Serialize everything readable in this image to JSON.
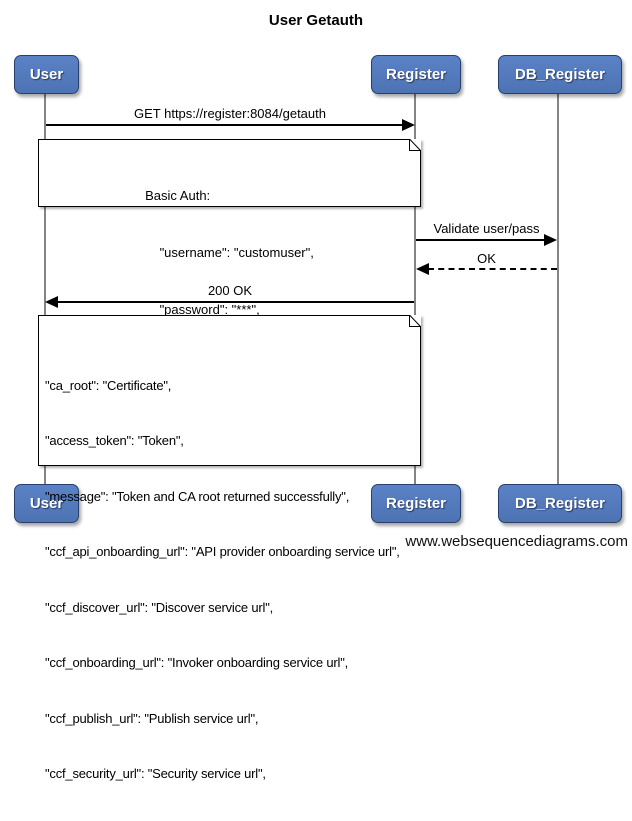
{
  "title": "User Getauth",
  "actors": [
    {
      "id": "user",
      "label": "User"
    },
    {
      "id": "register",
      "label": "Register"
    },
    {
      "id": "db_register",
      "label": "DB_Register"
    }
  ],
  "messages": [
    {
      "label": "GET https://register:8084/getauth",
      "from": "user",
      "to": "register",
      "style": "solid"
    },
    {
      "label": "Validate user/pass",
      "from": "register",
      "to": "db_register",
      "style": "solid"
    },
    {
      "label": "OK",
      "from": "db_register",
      "to": "register",
      "style": "dashed"
    },
    {
      "label": "200 OK",
      "from": "register",
      "to": "user",
      "style": "solid"
    }
  ],
  "notes": [
    {
      "over": "user,register",
      "lines": [
        "Basic Auth:",
        "    \"username\": \"customuser\",",
        "    \"password\": \"***\","
      ]
    },
    {
      "over": "user,register",
      "lines": [
        "\"ca_root\": \"Certificate\",",
        "\"access_token\": \"Token\",",
        "\"message\": \"Token and CA root returned successfully\",",
        "\"ccf_api_onboarding_url\": \"API provider onboarding service url\",",
        "\"ccf_discover_url\": \"Discover service url\",",
        "\"ccf_onboarding_url\": \"Invoker onboarding service url\",",
        "\"ccf_publish_url\": \"Publish service url\",",
        "\"ccf_security_url\": \"Security service url\","
      ]
    }
  ],
  "watermark": "www.websequencediagrams.com",
  "colors": {
    "actor_fill": "#527ABB",
    "actor_border": "#27406E",
    "actor_text": "#FFFFFF",
    "lifeline": "#848484",
    "arrow": "#000000",
    "note_bg": "#FFFFFF",
    "note_border": "#000000",
    "background": "#FFFFFF"
  }
}
